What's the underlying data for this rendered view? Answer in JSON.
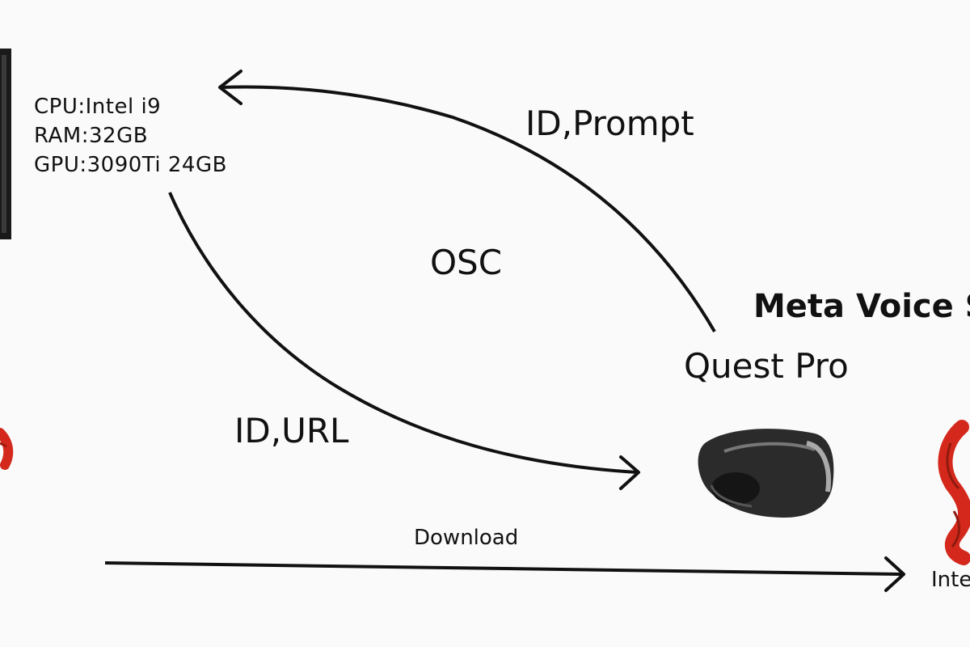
{
  "pc": {
    "specs": [
      "CPU:Intel i9",
      "RAM:32GB",
      "GPU:3090Ti 24GB"
    ]
  },
  "edges": {
    "top": "ID,Prompt",
    "center": "OSC",
    "bottom": "ID,URL",
    "download": "Download"
  },
  "device": {
    "name": "Quest Pro",
    "sdk": "Meta Voice S",
    "right_partial": "Inte"
  },
  "colors": {
    "background": "#fafafa",
    "ink": "#111111",
    "figure_red": "#d3281b",
    "headset": "#2a2a2a"
  },
  "icons": [
    "pc-tower-icon",
    "red-figure-icon",
    "vr-headset-icon"
  ]
}
